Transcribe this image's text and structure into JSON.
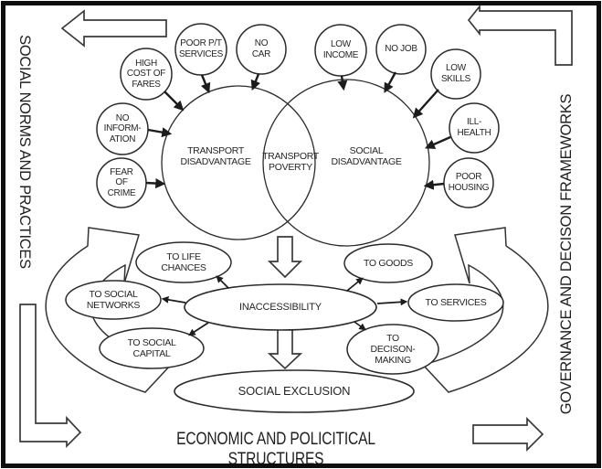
{
  "frame": {
    "left_label": "SOCIAL NORMS AND PRACTICES",
    "right_label": "GOVERNANCE AND DECISON FRAMEWORKS",
    "bottom_label": "ECONOMIC AND POLICITICAL STRUCTURES"
  },
  "venn": {
    "left_circle": "TRANSPORT DISADVANTAGE",
    "overlap": "TRANSPORT POVERTY",
    "right_circle": "SOCIAL DISADVANTAGE"
  },
  "factors": {
    "high_cost": "HIGH COST OF FARES",
    "poor_pt": "POOR P/T SERVICES",
    "no_car": "NO CAR",
    "low_income": "LOW INCOME",
    "no_job": "NO JOB",
    "low_skills": "LOW SKILLS",
    "ill_health": "ILL-HEALTH",
    "poor_housing": "POOR HOUSING",
    "no_information": "NO INFORM-ATION",
    "fear_of_crime": "FEAR OF CRIME"
  },
  "outcomes": {
    "inaccessibility": "INACCESSIBILITY",
    "to_life_chances": "TO LIFE CHANCES",
    "to_goods": "TO GOODS",
    "to_social_networks": "TO SOCIAL NETWORKS",
    "to_services": "TO SERVICES",
    "to_social_capital": "TO SOCIAL CAPITAL",
    "to_decison_making": "TO DECISON-MAKING",
    "social_exclusion": "SOCIAL EXCLUSION"
  },
  "colors": {
    "ink": "#2b2b2b",
    "background": "#ffffff"
  }
}
